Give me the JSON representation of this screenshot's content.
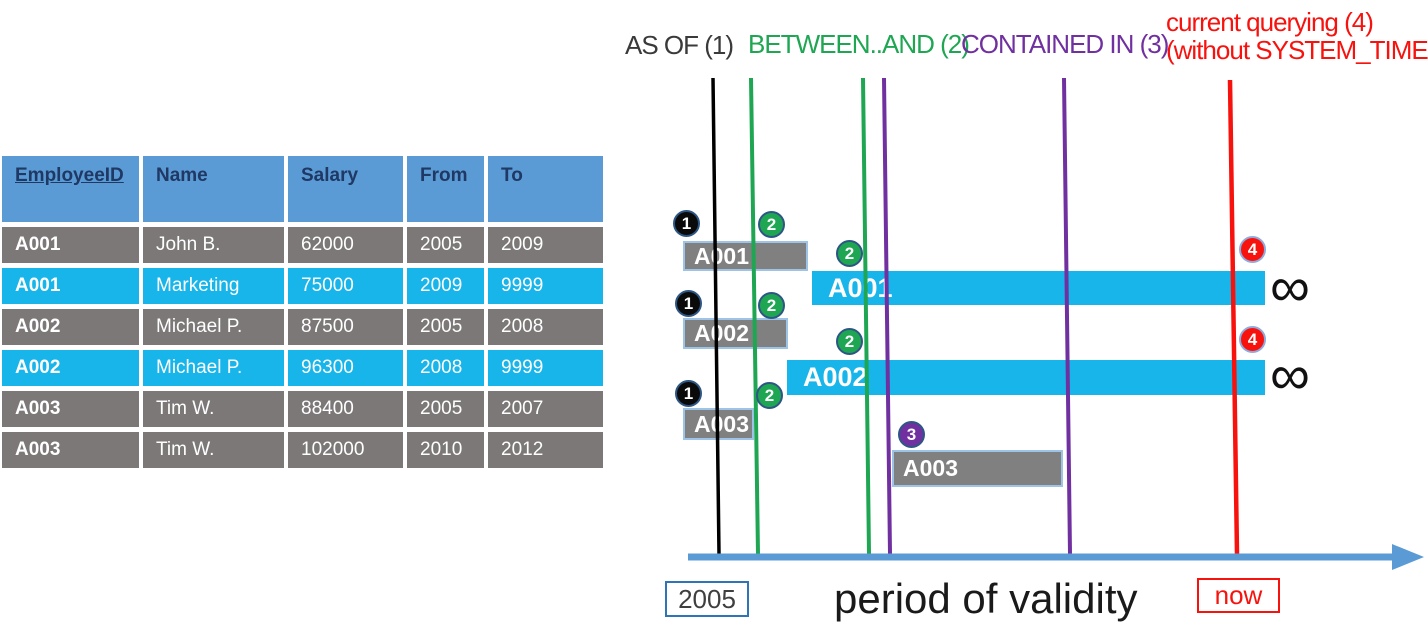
{
  "table": {
    "columns": [
      "EmployeeID",
      "Name",
      "Salary",
      "From",
      "To"
    ],
    "rows": [
      {
        "employee_id": "A001",
        "name": "John B.",
        "salary": "62000",
        "from": "2005",
        "to": "2009",
        "current": false
      },
      {
        "employee_id": "A001",
        "name": "Marketing",
        "salary": "75000",
        "from": "2009",
        "to": "9999",
        "current": true
      },
      {
        "employee_id": "A002",
        "name": "Michael P.",
        "salary": "87500",
        "from": "2005",
        "to": "2008",
        "current": false
      },
      {
        "employee_id": "A002",
        "name": "Michael P.",
        "salary": "96300",
        "from": "2008",
        "to": "9999",
        "current": true
      },
      {
        "employee_id": "A003",
        "name": "Tim W.",
        "salary": "88400",
        "from": "2005",
        "to": "2007",
        "current": false
      },
      {
        "employee_id": "A003",
        "name": "Tim W.",
        "salary": "102000",
        "from": "2010",
        "to": "2012",
        "current": false
      }
    ]
  },
  "legend": {
    "as_of": {
      "label": "AS OF (1)",
      "color": "#3A3A3A"
    },
    "between_and": {
      "label": "BETWEEN..AND (2)",
      "color": "#1FA653"
    },
    "contained_in": {
      "label": "CONTAINED IN (3)",
      "color": "#7030A0"
    },
    "current_querying": {
      "label": "current querying (4)",
      "label_line2": "(without SYSTEM_TIME)",
      "color": "#F8120D"
    }
  },
  "diagram": {
    "bars": [
      {
        "label": "A001",
        "kind": "history"
      },
      {
        "label": "A001",
        "kind": "current"
      },
      {
        "label": "A002",
        "kind": "history"
      },
      {
        "label": "A002",
        "kind": "current"
      },
      {
        "label": "A003",
        "kind": "history"
      },
      {
        "label": "A003",
        "kind": "history"
      }
    ],
    "markers": [
      {
        "value": "1",
        "query": "as-of"
      },
      {
        "value": "2",
        "query": "between-and"
      },
      {
        "value": "2",
        "query": "between-and"
      },
      {
        "value": "1",
        "query": "as-of"
      },
      {
        "value": "2",
        "query": "between-and"
      },
      {
        "value": "2",
        "query": "between-and"
      },
      {
        "value": "1",
        "query": "as-of"
      },
      {
        "value": "2",
        "query": "between-and"
      },
      {
        "value": "3",
        "query": "contained-in"
      },
      {
        "value": "4",
        "query": "current-querying"
      },
      {
        "value": "4",
        "query": "current-querying"
      }
    ],
    "infinity_symbol": "∞",
    "axis": {
      "origin_label": "2005",
      "title": "period of validity",
      "now_label": "now"
    }
  },
  "colors": {
    "table_header": "#5B9BD5",
    "table_header_text": "#1F3864",
    "history_row": "#7C7878",
    "current_row": "#18B5EA",
    "bar_border": "#9DC3E6",
    "as_of_line": "#000000",
    "between_line": "#1FA653",
    "contained_line": "#7030A0",
    "now_line": "#F8120D",
    "axis": "#5B9BD5"
  }
}
